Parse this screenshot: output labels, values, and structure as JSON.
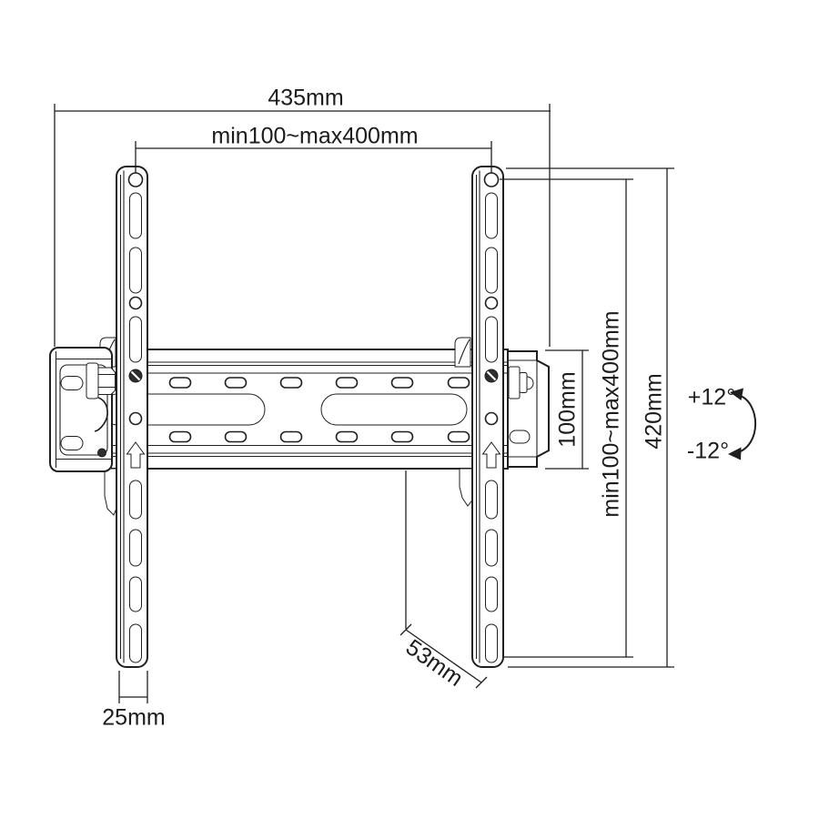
{
  "page": {
    "background_color": "#ffffff",
    "line_color": "#1f1f1f"
  },
  "dimensions": {
    "overall_width": "435mm",
    "vesa_width_range": "min100~max400mm",
    "vesa_height_range": "min100~max400mm",
    "overall_height": "420mm",
    "wall_plate_height": "100mm",
    "wall_plate_depth": "53mm",
    "arm_width": "25mm"
  },
  "tilt": {
    "up": "+12°",
    "down": "-12°"
  }
}
